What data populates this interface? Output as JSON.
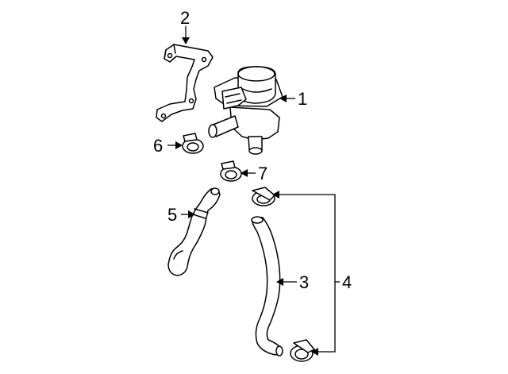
{
  "callouts": {
    "pump": "1",
    "bracket": "2",
    "hose_lower": "3",
    "clamp_pair": "4",
    "hose_upper": "5",
    "clamp_small_6": "6",
    "clamp_small_7": "7"
  },
  "colors": {
    "line": "#000000",
    "background": "#ffffff"
  }
}
